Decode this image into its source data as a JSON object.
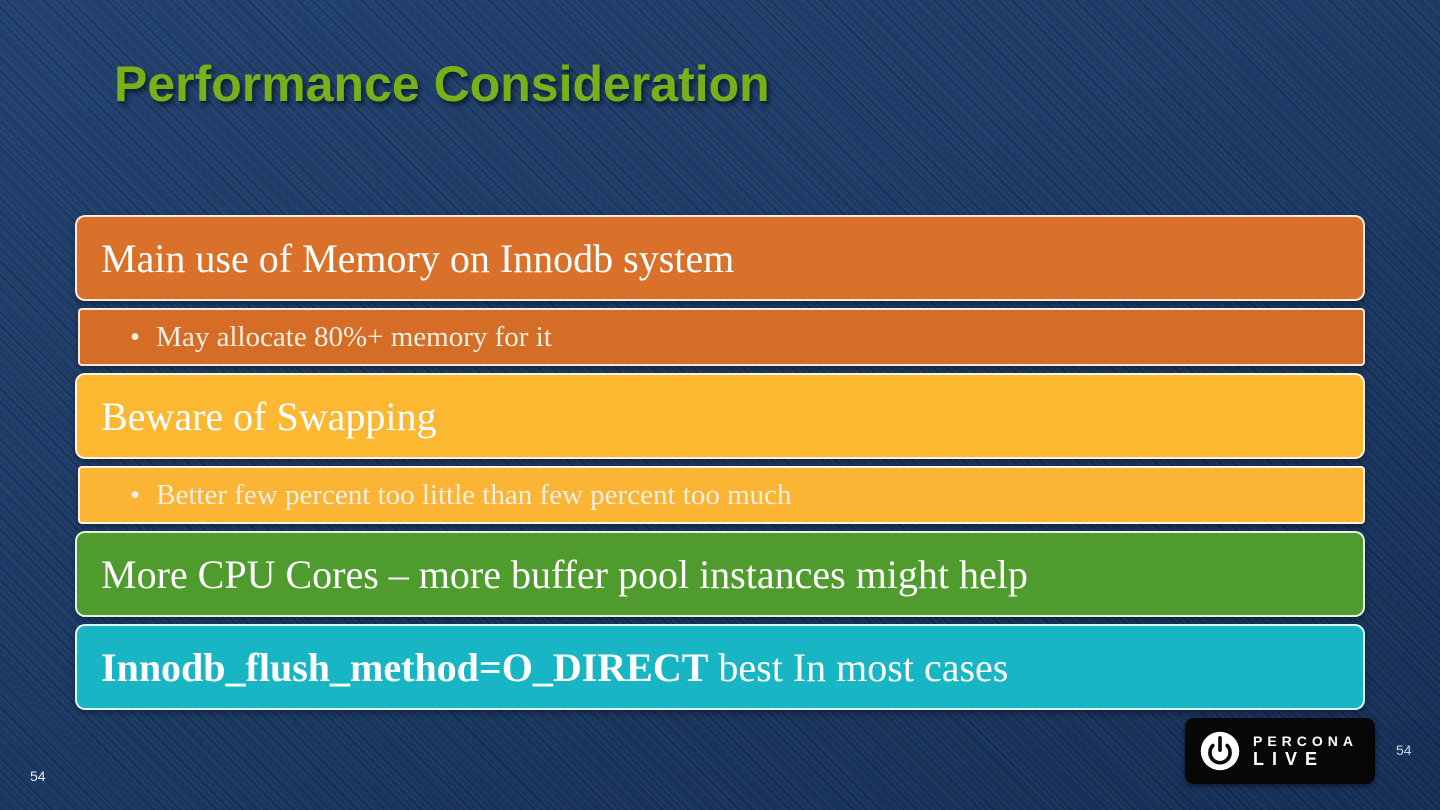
{
  "slide": {
    "title": "Performance Consideration",
    "page_number_left": "54",
    "page_number_right": "54"
  },
  "bars": [
    {
      "style": "header",
      "color": "#d9712a",
      "text_color": "#ffffff",
      "text": "Main use of Memory on Innodb system"
    },
    {
      "style": "sub",
      "color": "#d56d26",
      "text_color": "#f3efe3",
      "bullet": "•",
      "text": "May allocate 80%+ memory for it"
    },
    {
      "style": "header",
      "color": "#fcb831",
      "text_color": "#ffffff",
      "text": "Beware of Swapping"
    },
    {
      "style": "sub",
      "color": "#fbb433",
      "text_color": "#f3efe3",
      "bullet": "•",
      "text": "Better few percent too little than few percent too much"
    },
    {
      "style": "header",
      "color": "#4f9b2e",
      "text_color": "#ffffff",
      "text": "More CPU Cores – more buffer pool instances might help"
    },
    {
      "style": "header",
      "color": "#18b6c4",
      "text_color": "#ffffff",
      "text_bold": "Innodb_flush_method=O_DIRECT",
      "text_rest": " best In most cases"
    }
  ],
  "logo": {
    "line1": "PERCONA",
    "line2": "LIVE",
    "background": "#070707"
  }
}
